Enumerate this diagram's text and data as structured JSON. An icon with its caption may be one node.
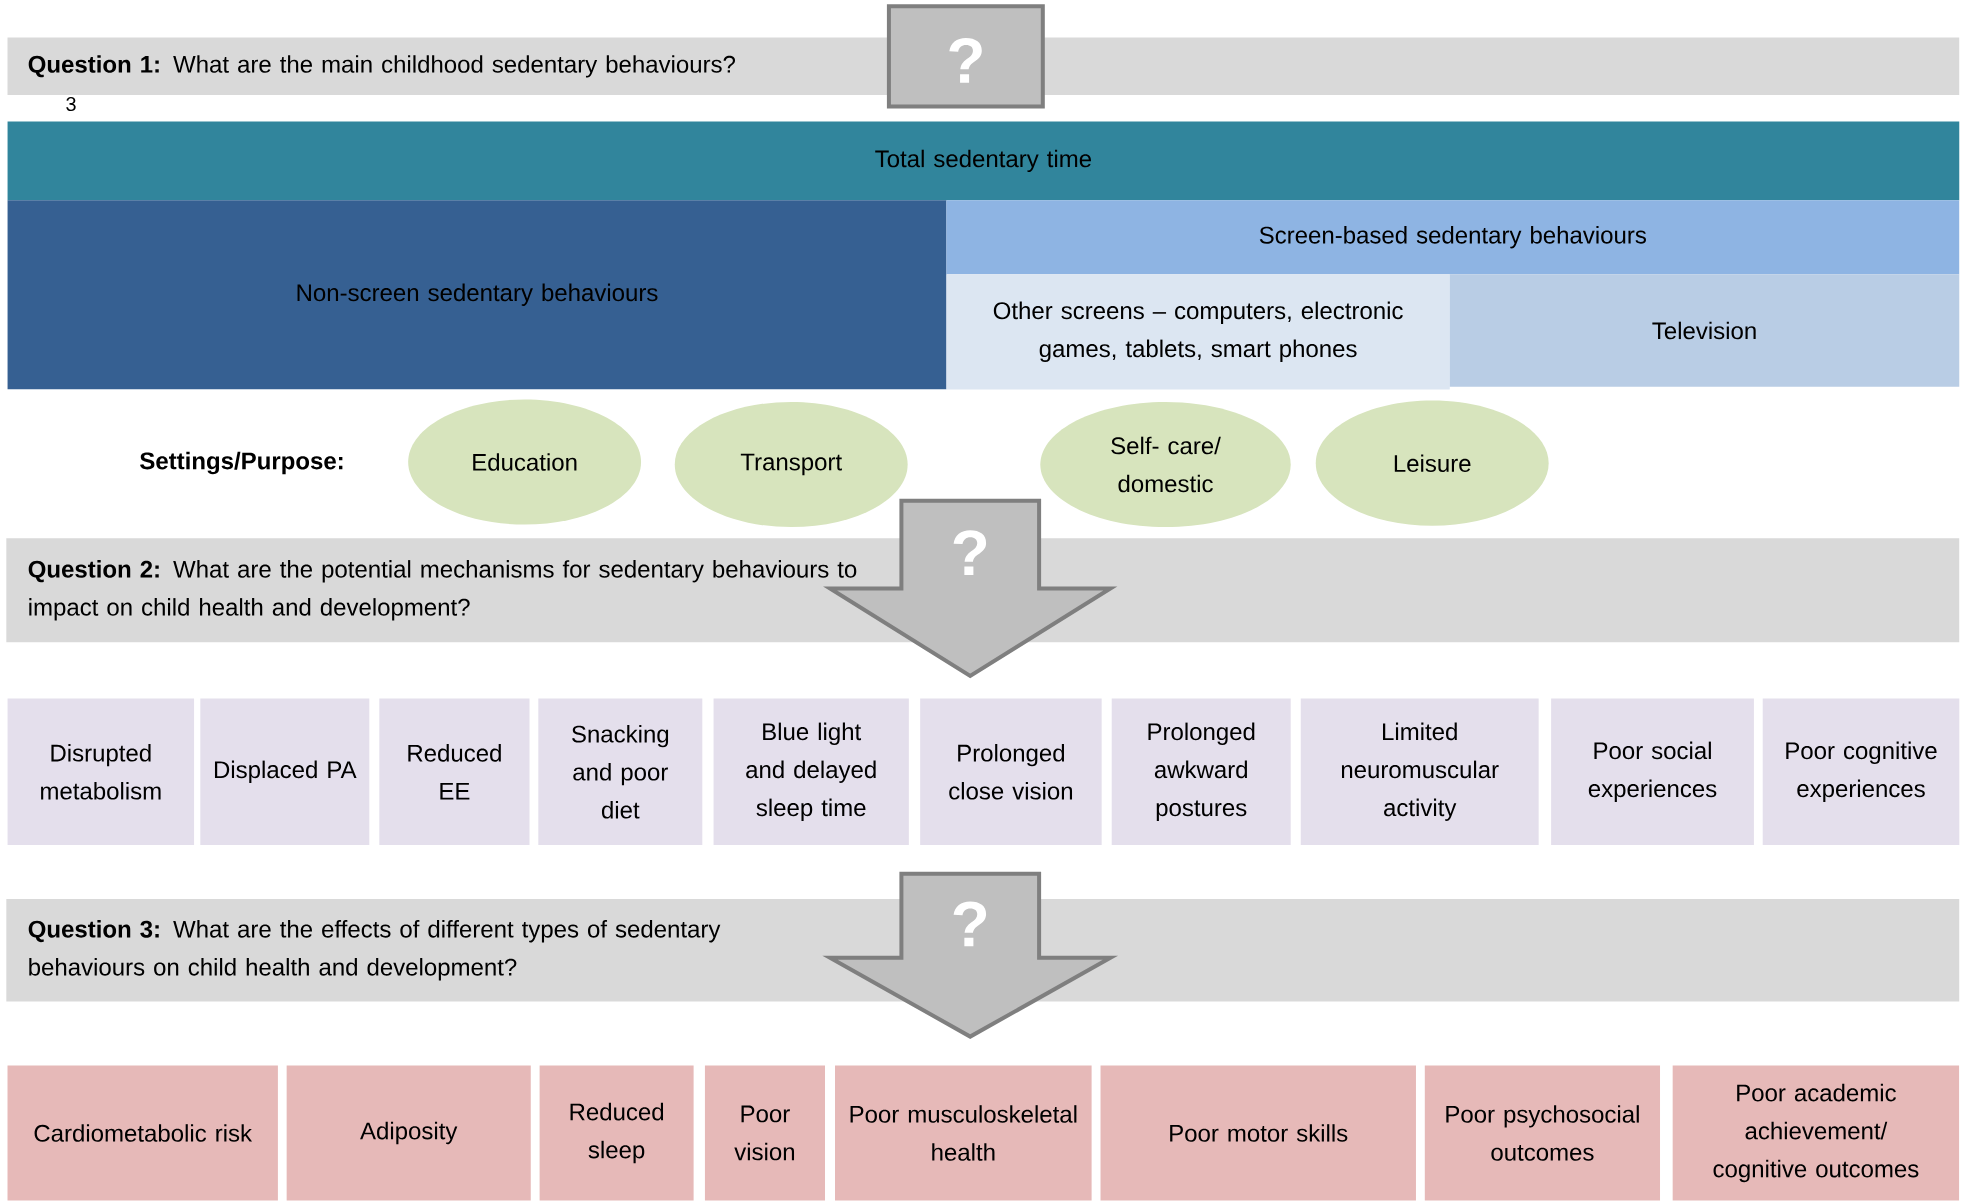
{
  "diagram": {
    "nodes": [
      {
        "text": [
          "**Question 1:** What are the main childhood sedentary behaviours?"
        ]
      },
      {
        "text": [
          "?"
        ]
      },
      {
        "text": [
          "Total sedentary time"
        ]
      },
      {
        "text": [
          "Non-screen sedentary behaviours"
        ]
      },
      {
        "text": [
          "Screen-based sedentary behaviours"
        ]
      },
      {
        "text": [
          "Other screens – computers, electronic games, tablets, smart phones"
        ]
      },
      {
        "text": [
          "Television"
        ]
      },
      {
        "text": [
          "Education"
        ]
      },
      {
        "text": [
          "Transport"
        ]
      },
      {
        "text": [
          "Self- care/ domestic"
        ]
      },
      {
        "text": [
          "Leisure"
        ]
      },
      {
        "text": [
          "**Question 2:** What are the potential mechanisms for sedentary behaviours to impact on child health and development?"
        ]
      },
      {
        "text": [
          "?"
        ]
      },
      {
        "text": [
          "Disrupted metabolism"
        ]
      },
      {
        "text": [
          "Displaced PA"
        ]
      },
      {
        "text": [
          "Reduced EE"
        ]
      },
      {
        "text": [
          "Snacking and poor diet"
        ]
      },
      {
        "text": [
          "Blue light and delayed sleep time"
        ]
      },
      {
        "text": [
          "Prolonged close vision"
        ]
      },
      {
        "text": [
          "Prolonged awkward postures"
        ]
      },
      {
        "text": [
          "Limited neuromuscular activity"
        ]
      },
      {
        "text": [
          "Poor social experiences"
        ]
      },
      {
        "text": [
          "Poor cognitive experiences"
        ]
      },
      {
        "text": [
          "**Question 3:** What are the effects of different types of sedentary behaviours on child health and development?"
        ]
      },
      {
        "text": [
          "?"
        ]
      },
      {
        "text": [
          "Cardiometabolic risk"
        ]
      },
      {
        "text": [
          "Adiposity"
        ]
      },
      {
        "text": [
          "Reduced sleep"
        ]
      },
      {
        "text": [
          "Poor vision"
        ]
      },
      {
        "text": [
          "Poor musculoskeletal health"
        ]
      },
      {
        "text": [
          "Poor motor skills"
        ]
      },
      {
        "text": [
          "Poor psychosocial outcomes"
        ]
      },
      {
        "text": [
          "Poor academic achievement/ cognitive outcomes"
        ]
      }
    ],
    "labels": [
      "3",
      "Settings/Purpose:"
    ]
  }
}
